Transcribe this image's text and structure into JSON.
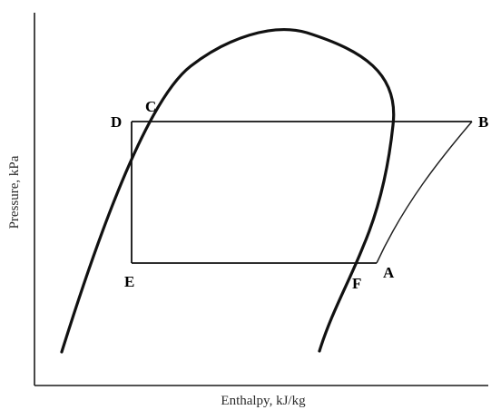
{
  "axes": {
    "x_label": "Enthalpy, kJ/kg",
    "y_label": "Pressure, kPa"
  },
  "points": {
    "A": "A",
    "B": "B",
    "C": "C",
    "D": "D",
    "E": "E",
    "F": "F"
  },
  "colors": {
    "line": "#111111",
    "background": "#ffffff"
  }
}
